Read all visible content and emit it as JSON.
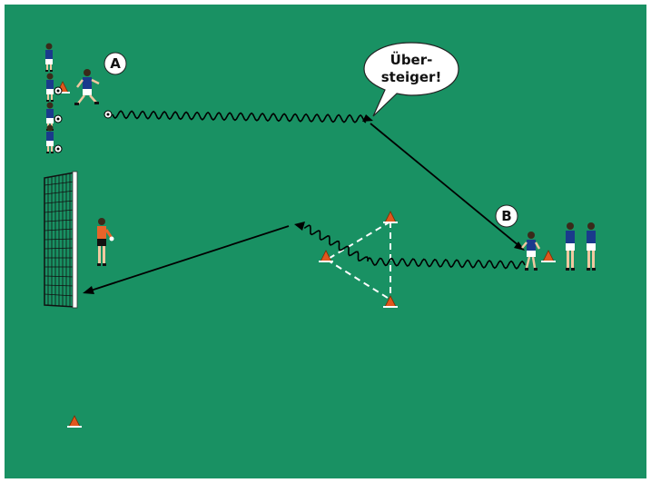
{
  "colors": {
    "pitch": "#199163",
    "shirt": "#1a3a8c",
    "shorts": "#ffffff",
    "keeper_shirt": "#e8642a",
    "cone": "#e0571e",
    "line": "#000000",
    "triangle": "#ffffff"
  },
  "speech_bubble": {
    "line1": "Über-",
    "line2": "steiger!"
  },
  "markers": {
    "a": "A",
    "b": "B"
  },
  "icons": [
    "player-icon",
    "goalkeeper-icon",
    "ball-icon",
    "cone-icon",
    "goal-icon"
  ]
}
